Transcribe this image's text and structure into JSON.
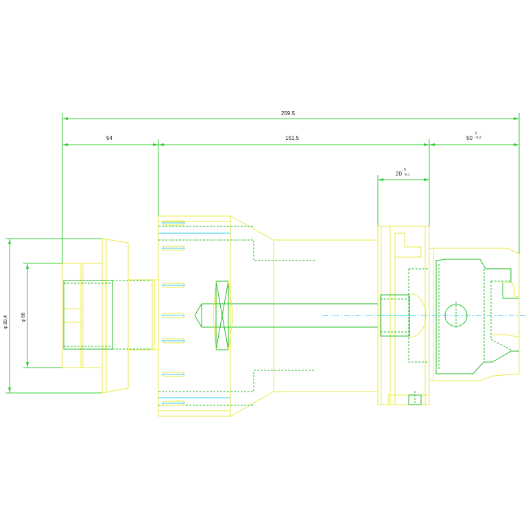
{
  "drawing": {
    "dimensions": {
      "overall_length": "259.5",
      "left_length": "54",
      "middle_length": "151.5",
      "right_length": "50",
      "right_length_tol_upper": "0",
      "right_length_tol_lower": "-0.2",
      "flange_length": "20",
      "flange_length_tol_upper": "0",
      "flange_length_tol_lower": "-0.1",
      "outer_diameter": "φ 90.4",
      "inner_diameter": "φ 68"
    },
    "colors": {
      "outline": "#e8e840",
      "hidden": "#22bb22",
      "dimension": "#33cc33",
      "centerline": "#33ccee",
      "background": "#ffffff"
    }
  }
}
